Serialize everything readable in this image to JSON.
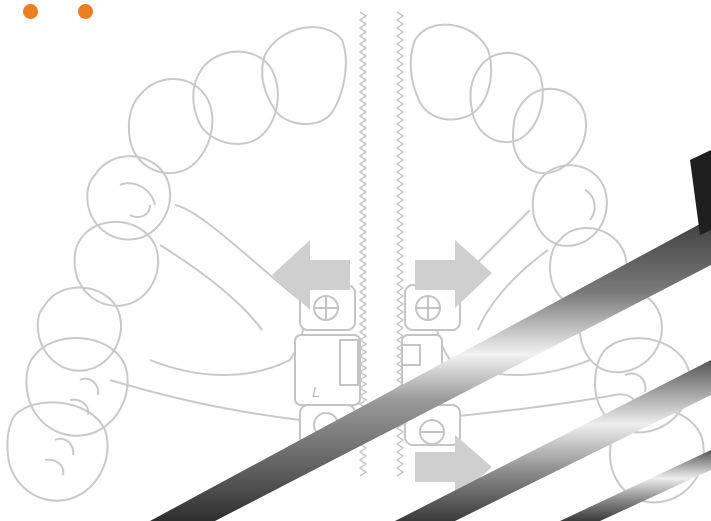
{
  "scene": {
    "subject": "dental-arch-expander-illustration",
    "palette": {
      "outline": "#c9c9c9",
      "arrow": "#cfcfcf",
      "accent_dot": "#ef7d22",
      "rod_dark": "#4a4a4a",
      "rod_light": "#e9e9e9",
      "background": "#ffffff"
    },
    "indicator_dots": [
      "dot-1",
      "dot-2"
    ],
    "arrows": [
      "left",
      "right",
      "right"
    ],
    "appliance_marking": "L"
  }
}
